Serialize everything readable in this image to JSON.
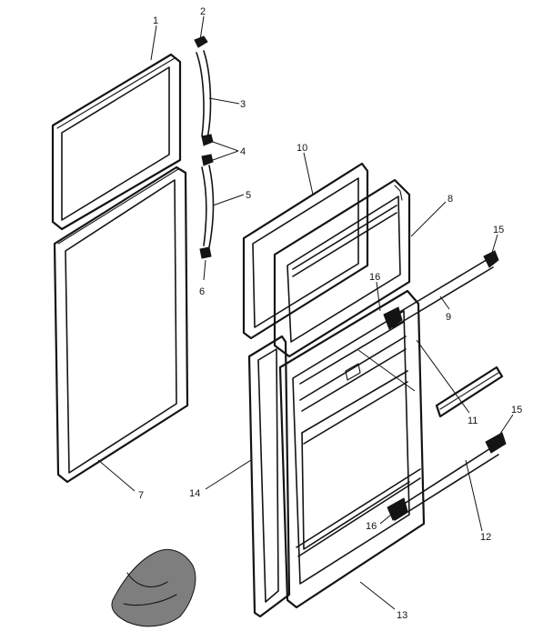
{
  "labels": {
    "l1": "1",
    "l2": "2",
    "l3": "3",
    "l4": "4",
    "l5": "5",
    "l6": "6",
    "l7": "7",
    "l8": "8",
    "l9": "9",
    "l10": "10",
    "l11": "11",
    "l12": "12",
    "l13": "13",
    "l14": "14",
    "l15a": "15",
    "l15b": "15",
    "l16a": "16",
    "l16b": "16"
  }
}
